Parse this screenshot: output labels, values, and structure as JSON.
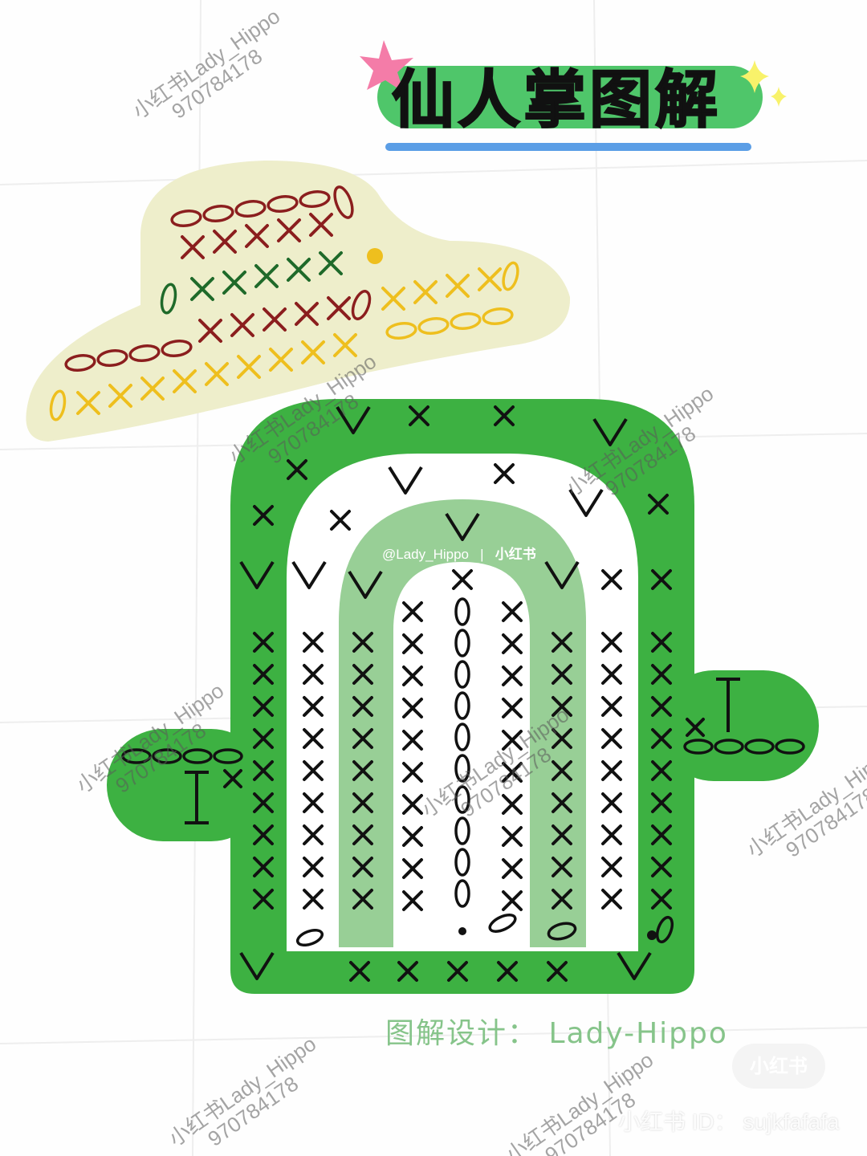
{
  "title": "仙人掌图解",
  "credit": "图解设计： Lady-Hippo",
  "watermark": {
    "line1": "小红书Lady_Hippo",
    "line2": "970784178"
  },
  "overlay": {
    "handle": "@Lady_Hippo",
    "separator": "|",
    "brand": "小红书"
  },
  "footer": {
    "id_text": "小红书 ID： sujkfafafa",
    "badge": "小红书"
  },
  "colors": {
    "cactus_dark": "#3db142",
    "cactus_light": "#98cf96",
    "hat": "#eeeecb",
    "title_bar": "#4fc66a",
    "underline": "#5b9ee6",
    "star_pink": "#f47ca8",
    "star_yellow": "#f8f26a",
    "hat_red": "#8b1e1e",
    "hat_green": "#1f6a2a",
    "hat_yellow": "#eebf1e"
  },
  "symbols": {
    "single_crochet": "×",
    "chain": "0",
    "increase": "V",
    "treble": "T"
  }
}
